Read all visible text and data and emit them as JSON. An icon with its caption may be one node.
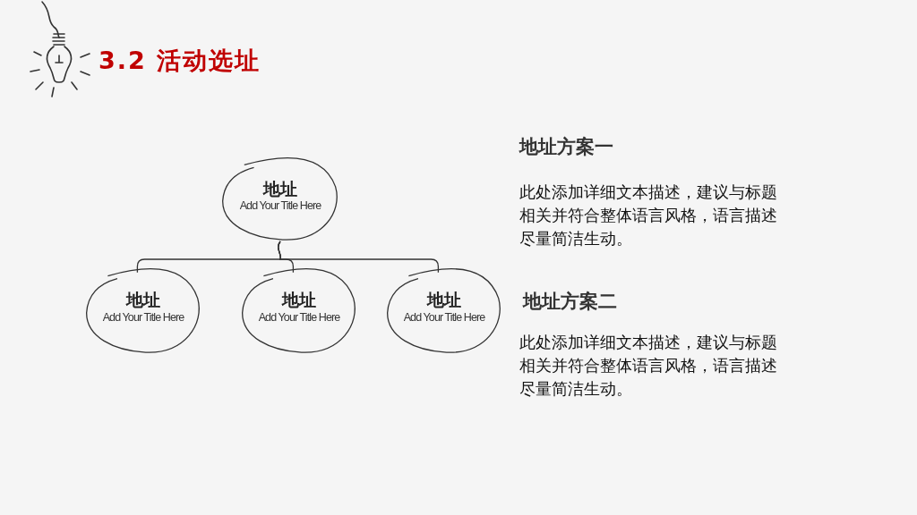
{
  "diagram": {
    "title": "3.2 活动选址",
    "nodes": [
      {
        "text": [
          "地址",
          "Add Your Title Here"
        ]
      },
      {
        "text": [
          "地址",
          "Add Your Title Here"
        ]
      },
      {
        "text": [
          "地址",
          "Add Your Title Here"
        ]
      },
      {
        "text": [
          "地址",
          "Add Your Title Here"
        ]
      }
    ],
    "edges": [
      {
        "from": 0,
        "to": 1,
        "arrow": "none"
      },
      {
        "from": 0,
        "to": 2,
        "arrow": "none"
      },
      {
        "from": 0,
        "to": 3,
        "arrow": "none"
      }
    ],
    "labels": [
      "地址方案一",
      "此处添加详细文本描述，建议与标题相关并符合整体语言风格，语言描述尽量简洁生动。",
      "地址方案二",
      "此处添加详细文本描述，建议与标题相关并符合整体语言风格，语言描述尽量简洁生动。"
    ]
  }
}
